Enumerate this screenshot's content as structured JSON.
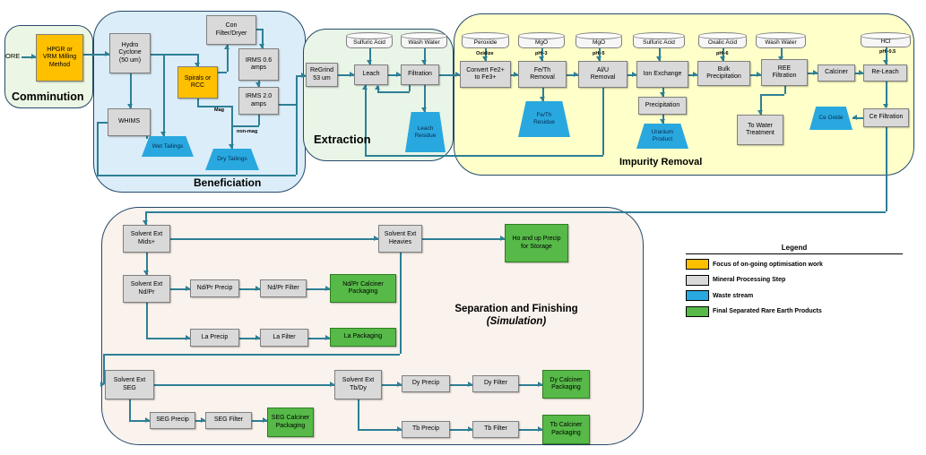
{
  "sections": {
    "comminution": {
      "label": "Comminution"
    },
    "beneficiation": {
      "label": "Beneficiation"
    },
    "extraction": {
      "label": "Extraction"
    },
    "impurity": {
      "label": "Impurity Removal"
    },
    "separation": {
      "label": "Separation and Finishing",
      "sublabel": "(Simulation)"
    }
  },
  "legend": {
    "title": "Legend",
    "items": [
      {
        "color": "#FFC000",
        "label": "Focus of on-going optimisation work"
      },
      {
        "color": "#D9D9D9",
        "label": "Mineral Processing Step"
      },
      {
        "color": "#29A8DF",
        "label": "Waste stream"
      },
      {
        "color": "#56B948",
        "label": "Final Separated Rare Earth Products"
      }
    ]
  },
  "nodes": {
    "ore": "ORE",
    "hpgr": "HPGR or\nVRM Milling\nMethod",
    "hydro_cyclone": "Hydro\nCyclone\n(50 um)",
    "con_filter": "Con\nFilter/Dryer",
    "spirals": "Spirals or\nRCC",
    "irms06": "IRMS 0.6\namps",
    "irms20": "IRMS 2.0\namps",
    "whims": "WHIMS",
    "wet_tailings": "Wet Tailings",
    "dry_tailings": "Dry Tailings",
    "regrind": "ReGrind\n53 um",
    "sulfuric_acid_1": "Sulfuric Acid",
    "wash_water_1": "Wash Water",
    "leach": "Leach",
    "filtration": "Filtration",
    "leach_residue": "Leach\nResidue",
    "peroxide": "Peroxide",
    "mgo_1": "MgO",
    "mgo_2": "MgO",
    "sulfuric_acid_2": "Sulfuric Acid",
    "oxalic_acid": "Oxalic Acid",
    "wash_water_2": "Wash Water",
    "hcl": "HCl",
    "convert": "Convert Fe2+\nto Fe3+",
    "feth_removal": "Fe/Th\nRemoval",
    "alu_removal": "Al/U\nRemoval",
    "ion_exchange": "Ion Exchange",
    "precipitation": "Precipitation",
    "uranium_product": "Uranium\nProduct",
    "feth_residue": "Fe/Th\nResidue",
    "bulk_precip": "Bulk\nPrecipitation",
    "ree_filtration": "REE\nFiltration",
    "calciner": "Calciner",
    "releach": "Re-Leach",
    "water_treatment": "To Water\nTreatment",
    "ce_oxide": "Ce Oxide",
    "ce_filtration": "Ce Filtration",
    "se_mids": "Solvent Ext\nMids+",
    "se_heavies": "Solvent Ext\nHeavies",
    "ho_precip": "Ho and up Precip\nfor Storage",
    "se_ndpr": "Solvent Ext\nNd/Pr",
    "ndpr_precip": "Nd/Pr Precip",
    "ndpr_filter": "Nd/Pr Filter",
    "ndpr_pkg": "Nd/Pr Calciner\nPackaging",
    "la_precip": "La Precip",
    "la_filter": "La Filter",
    "la_pkg": "La Packaging",
    "se_seg": "Solvent Ext\nSEG",
    "seg_precip": "SEG Precip",
    "seg_filter": "SEG Filter",
    "seg_pkg": "SEG Calciner\nPackaging",
    "se_tbdy": "Solvent Ext\nTb/Dy",
    "dy_precip": "Dy Precip",
    "dy_filter": "Dy Filter",
    "dy_pkg": "Dy Calciner\nPackaging",
    "tb_precip": "Tb Precip",
    "tb_filter": "Tb Filter",
    "tb_pkg": "Tb Calciner\nPackaging"
  },
  "annotations": {
    "mag": "Mag",
    "non_mag": "non-mag",
    "oxidize": "Oxidize",
    "ph3": "pH~3",
    "ph5": "pH~5",
    "ph6": "pH~6",
    "ph05": "pH~0.5"
  },
  "colors": {
    "focus": "#FFC000",
    "process": "#D9D9D9",
    "waste": "#29A8DF",
    "product": "#56B948",
    "connector": "#2D7F96",
    "section_border": "#24496B"
  }
}
